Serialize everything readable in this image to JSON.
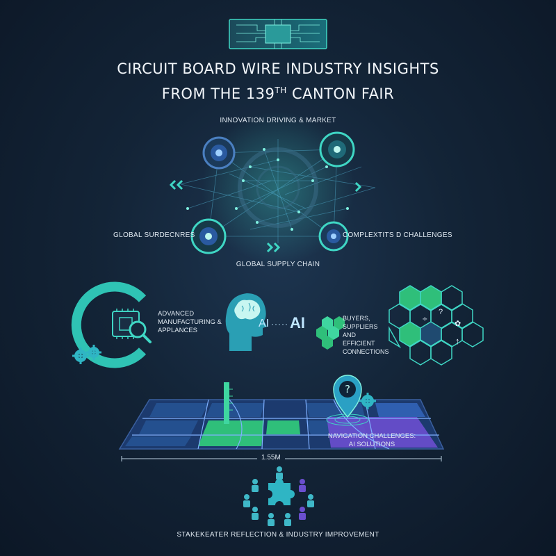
{
  "title_line1": "CIRCUIT BOARD WIRE INDUSTRY INSIGHTS",
  "title_line2_pre": "FROM THE 139",
  "title_line2_sup": "TH",
  "title_line2_post": " CANTON FAIR",
  "network": {
    "top_label": "INNOVATION DRIVING & MARKET",
    "left_label": "GLOBAL SURDECNRES",
    "right_label": "COMPLEXTITS D CHALLENGES",
    "bottom_label": "GLOBAL SUPPLY CHAIN"
  },
  "manufacturing": {
    "label": [
      "ADVANCED",
      "MANUFACTURING &",
      "APPLANCES"
    ],
    "icons": [
      "chip-magnifier-icon",
      "gears-icon"
    ]
  },
  "ai": {
    "small": "AI",
    "dots": "·····",
    "large": "AI",
    "icon": "brain-head-icon"
  },
  "buyers": {
    "label": [
      "BUYERS,",
      "SUPPLIERS",
      "AND",
      "EFFICIENT",
      "CONNECTIONS"
    ]
  },
  "hex_symbols": [
    "÷",
    "?",
    "✿",
    "↑"
  ],
  "map": {
    "label1": "NAVIGATION CHALLENGES:",
    "label2": "AI SOLUTIONS",
    "scale": "1.55M",
    "icon": "location-question-pin-icon"
  },
  "stakeholders": {
    "label": "STAKEKEATER REFLECTION & INDUSTRY IMPROVEMENT",
    "icon": "puzzle-people-icon"
  },
  "colors": {
    "accent_teal": "#3fd6c4",
    "accent_green": "#2fbf7a",
    "accent_blue": "#3c6fd8",
    "accent_purple": "#6b4fcf"
  }
}
